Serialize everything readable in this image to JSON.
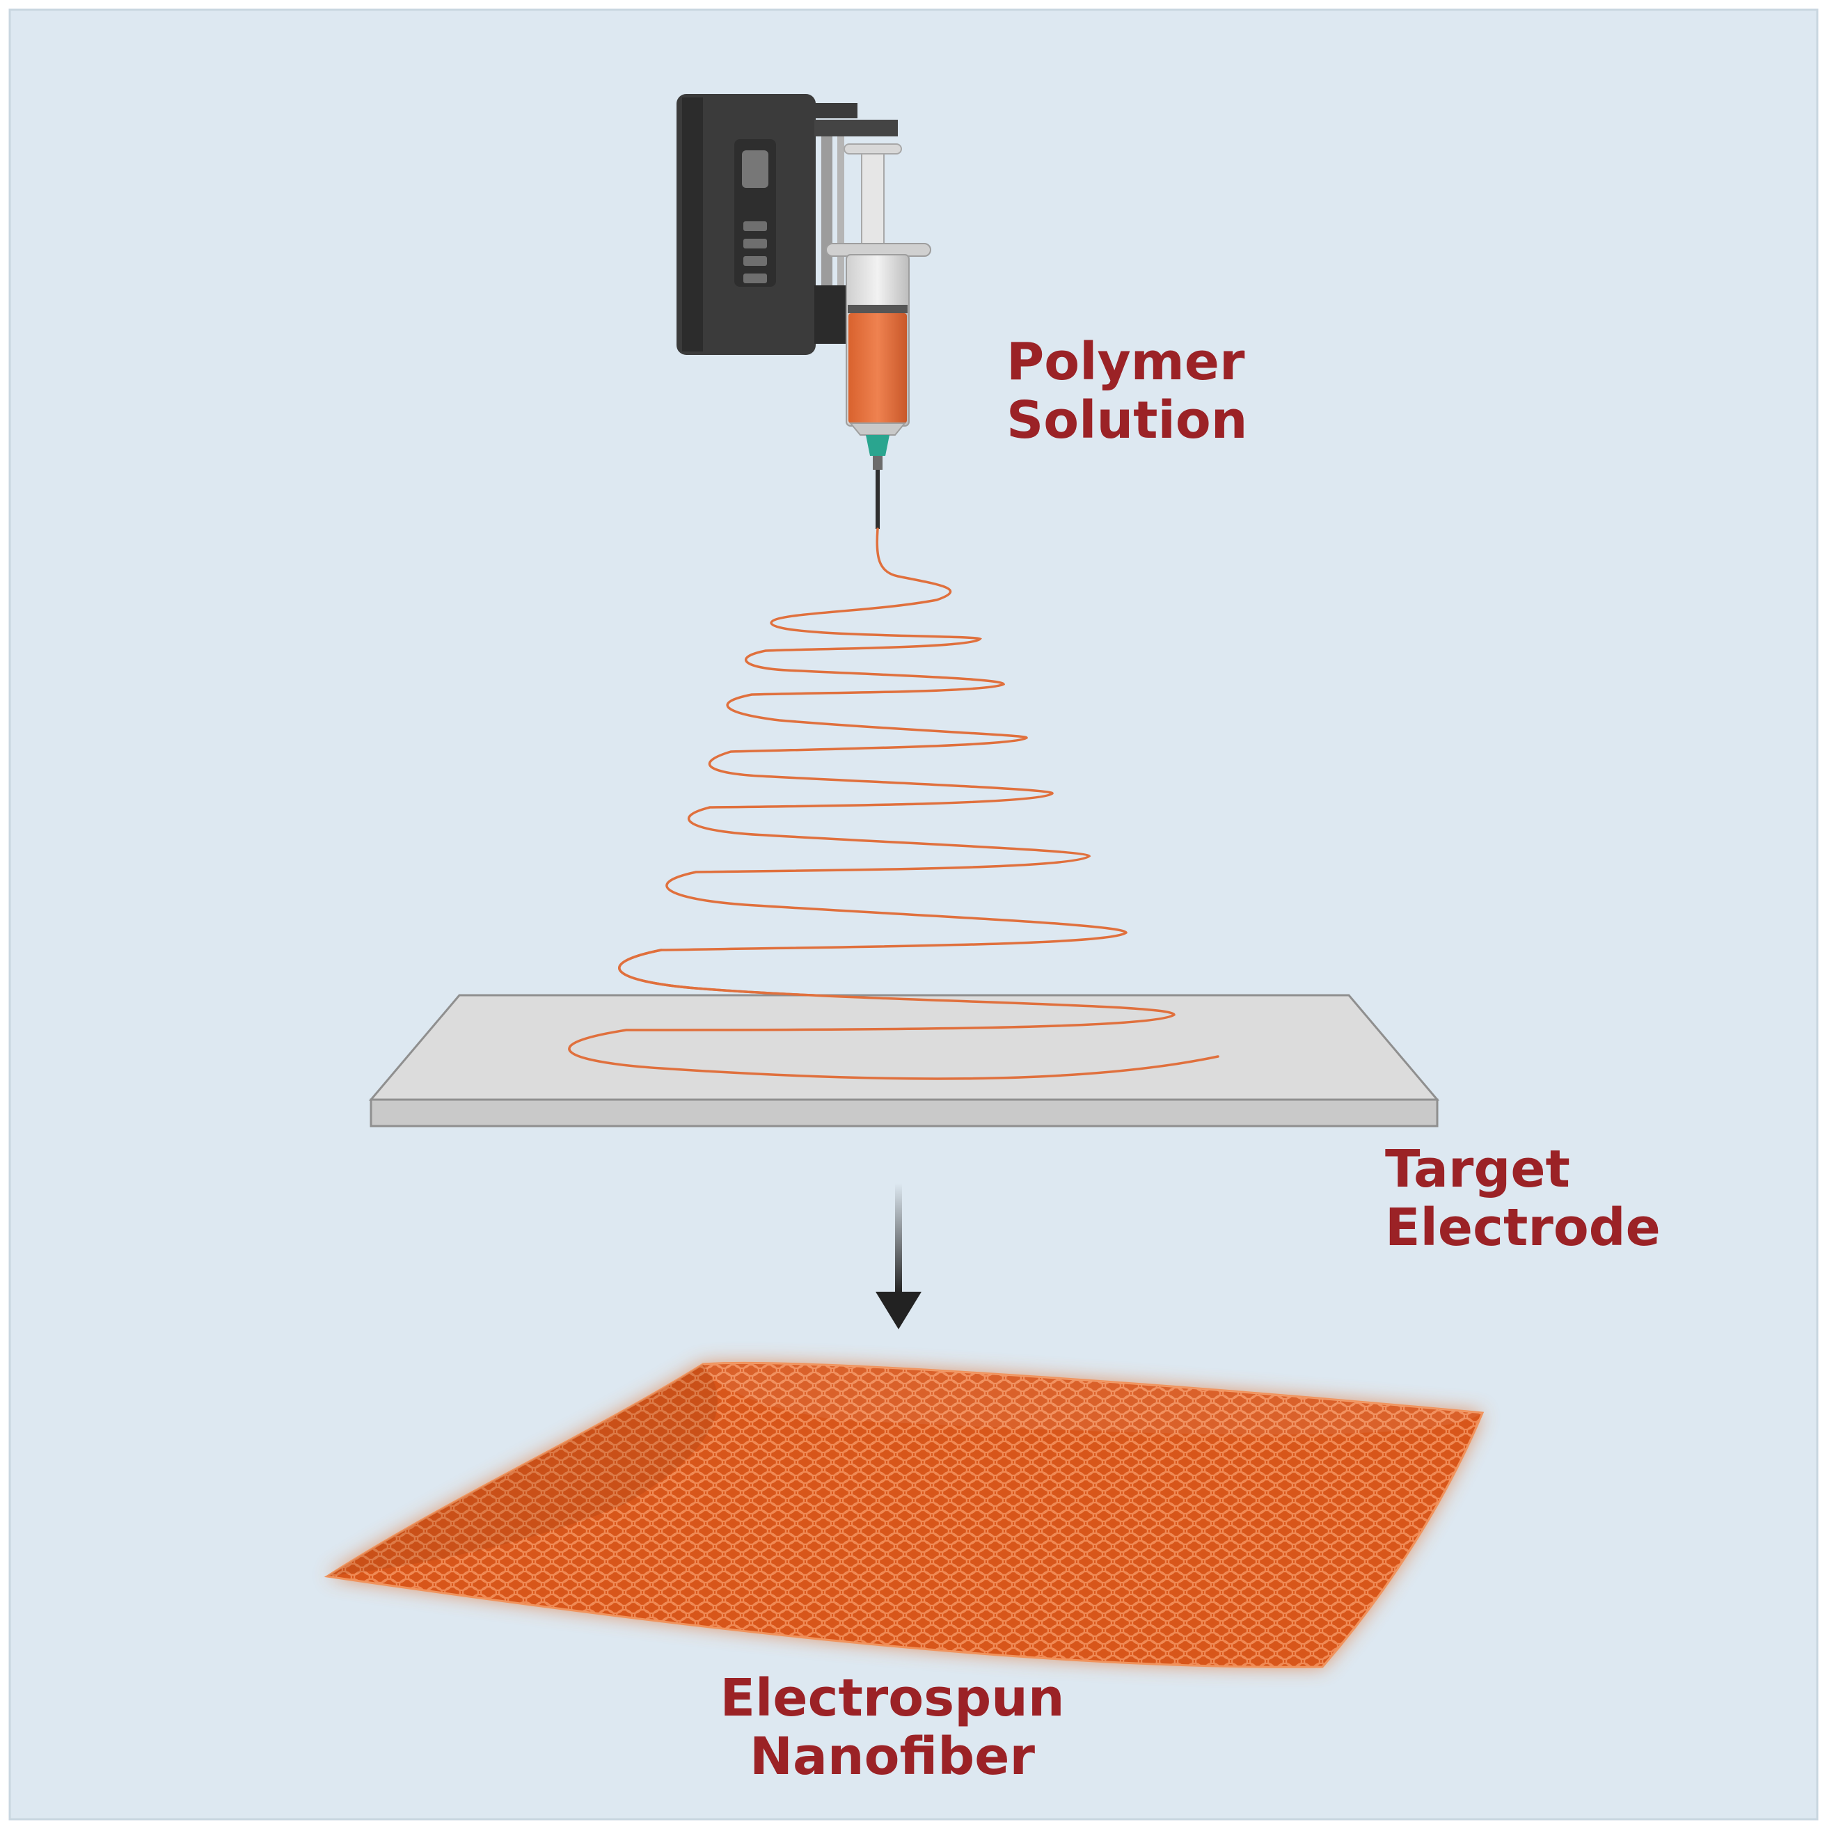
{
  "labels": {
    "polymer_solution": [
      "Polymer",
      "Solution"
    ],
    "target_electrode": [
      "Target",
      "Electrode"
    ],
    "electrospun_nanofiber": [
      "Electrospun",
      "Nanofiber"
    ]
  },
  "colors": {
    "background": "#dde8f1",
    "label_text": "#9b2226",
    "fiber": "#e0703d",
    "solution": "#e8763e",
    "mat": "#d85a1c",
    "pump_body": "#3a3a3a",
    "electrode_top": "#dcdcdc",
    "electrode_side": "#c9c9c9",
    "needle_hub": "#2aa58f"
  },
  "icons": [
    "syringe-pump-icon",
    "syringe-icon",
    "needle-icon",
    "fiber-jet-spiral",
    "target-electrode-plate",
    "down-arrow-icon",
    "nanofiber-mat"
  ]
}
